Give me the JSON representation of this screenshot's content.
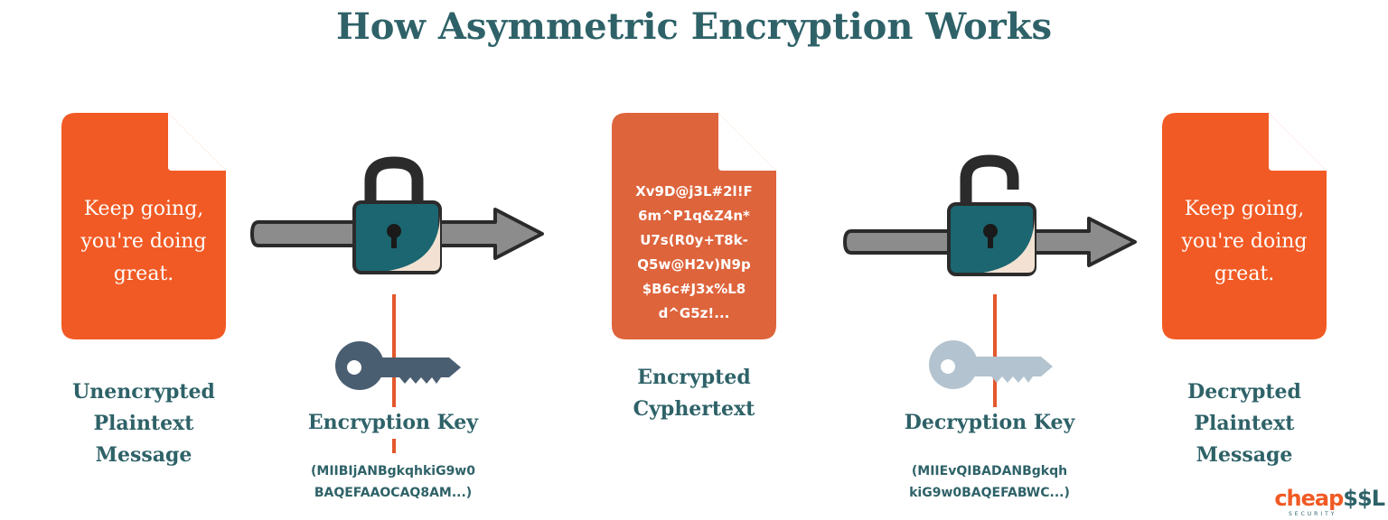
{
  "title": "How Asymmetric Encryption Works",
  "colors": {
    "teal": "#2e6268",
    "orange": "#f15a24",
    "cipher_orange": "#de643c",
    "gray": "#8c8c8c",
    "encryption_key": "#4a5e71",
    "decryption_key": "#b3c3cf",
    "lock_teal": "#1b6670"
  },
  "steps": {
    "plaintext": {
      "document_text": [
        "Keep going,",
        "you're doing",
        "great."
      ],
      "label": [
        "Unencrypted",
        "Plaintext",
        "Message"
      ]
    },
    "encryption": {
      "lock_state": "locked",
      "key_icon": "key-icon",
      "label": "Encryption Key",
      "key_value": [
        "(MIIBIjANBgkqhkiG9w0",
        "BAQEFAAOCAQ8AM...)"
      ]
    },
    "ciphertext": {
      "document_text": [
        "Xv9D@j3L#2l!F",
        "6m^P1q&Z4n*",
        "U7s(R0y+T8k-",
        "Q5w@H2v)N9p",
        "$B6c#J3x%L8",
        "d^G5z!..."
      ],
      "label": [
        "Encrypted",
        "Cyphertext"
      ]
    },
    "decryption": {
      "lock_state": "unlocked",
      "key_icon": "key-icon",
      "label": "Decryption Key",
      "key_value": [
        "(MIIEvQIBADANBgkqh",
        "kiG9w0BAQEFABWC...)"
      ]
    },
    "decrypted": {
      "document_text": [
        "Keep going,",
        "you're doing",
        "great."
      ],
      "label": [
        "Decrypted",
        "Plaintext",
        "Message"
      ]
    }
  },
  "brand": {
    "part1": "cheap",
    "part2": "$$L",
    "sub": "SECURITY"
  }
}
